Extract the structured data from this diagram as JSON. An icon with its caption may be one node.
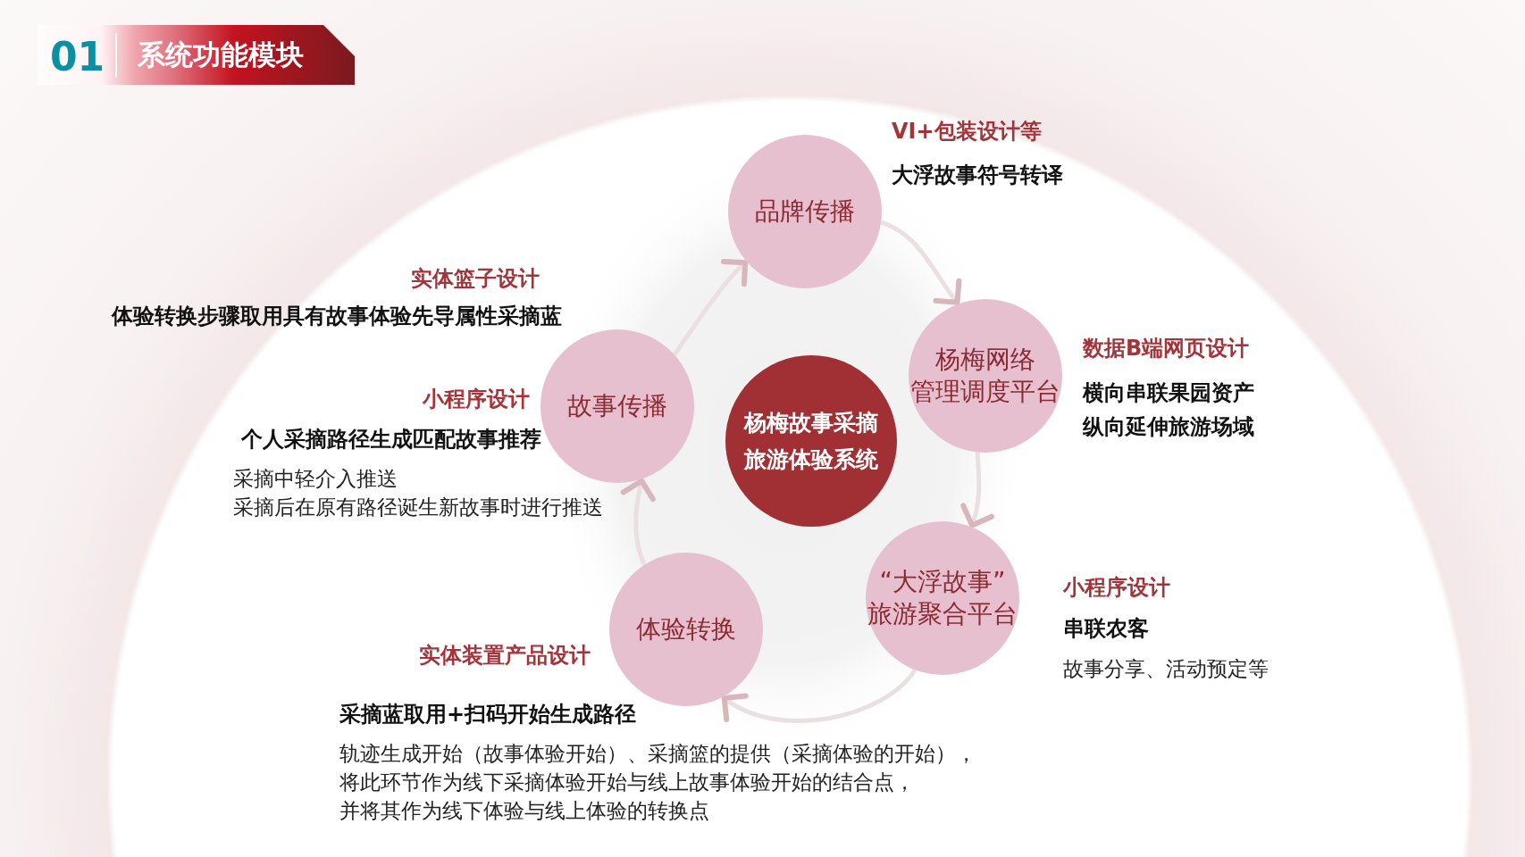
{
  "diagram": {
    "title": "系统功能模块",
    "nodes": [
      {
        "text": [
          "品牌传播"
        ],
        "beside": [
          "VI+包装设计等",
          "大浮故事符号转译"
        ]
      },
      {
        "text": [
          "杨梅网络管理调度平台"
        ],
        "beside": [
          "数据B端网页设计",
          "横向串联果园资产",
          "纵向延伸旅游场域"
        ]
      },
      {
        "text": [
          "“大浮故事”旅游聚合平台"
        ],
        "beside": [
          "小程序设计",
          "串联农客",
          "故事分享、活动预定等"
        ]
      },
      {
        "text": [
          "体验转换"
        ],
        "beside": [
          "实体装置产品设计",
          "采摘蓝取用+扫码开始生成路径",
          "轨迹生成开始（故事体验开始）、采摘篮的提供（采摘体验的开始），将此环节作为线下采摘体验开始与线上故事体验开始的结合点，并将其作为线下体验与线上体验的转换点"
        ]
      },
      {
        "text": [
          "故事传播"
        ],
        "beside": [
          "小程序设计",
          "个人采摘路径生成匹配故事推荐",
          "采摘中轻介入推送",
          "采摘后在原有路径诞生新故事时进行推送"
        ]
      },
      {
        "text": [
          "杨梅故事采摘旅游体验系统"
        ]
      }
    ],
    "edges": [
      {
        "from": 0,
        "to": 1,
        "arrow": "to"
      },
      {
        "from": 1,
        "to": 2,
        "arrow": "to"
      },
      {
        "from": 2,
        "to": 3,
        "arrow": "to"
      },
      {
        "from": 3,
        "to": 4,
        "arrow": "to"
      },
      {
        "from": 4,
        "to": 0,
        "arrow": "to"
      }
    ],
    "labels": [
      "01",
      "实体篮子设计",
      "体验转换步骤取用具有故事体验先导属性采摘蓝"
    ]
  }
}
